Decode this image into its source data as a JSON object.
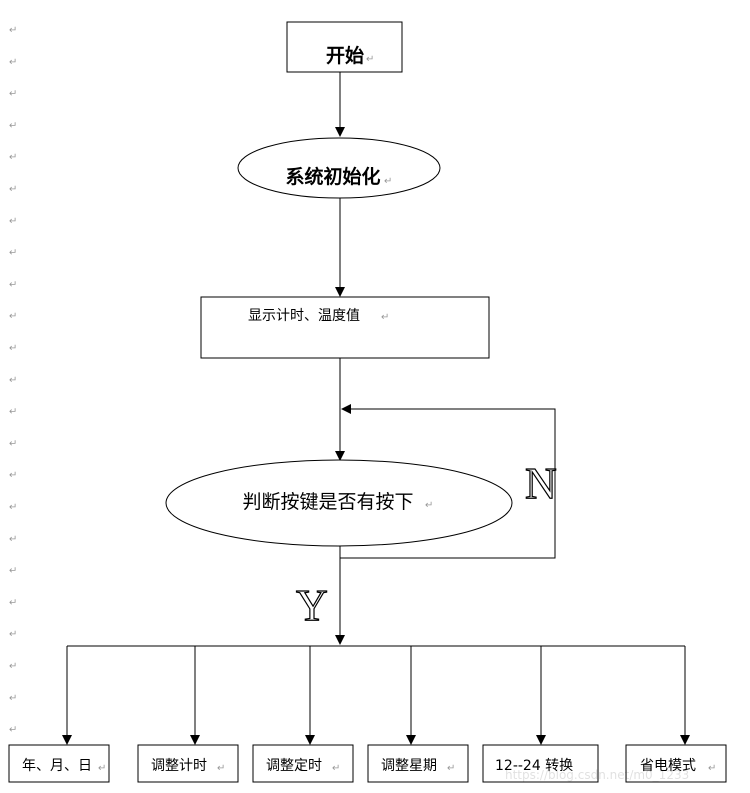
{
  "diagram": {
    "paragraph_mark": "↵",
    "nodes": {
      "start": "开始",
      "init": "系统初始化",
      "display": "显示计时、温度值",
      "decision": "判断按键是否有按下"
    },
    "labels": {
      "no": "N",
      "yes": "Y"
    },
    "leaves": [
      "年、月、日",
      "调整计时",
      "调整定时",
      "调整星期",
      "12--24 转换",
      "省电模式"
    ],
    "watermark": "https://blog.csdn.net/m0_1233"
  }
}
